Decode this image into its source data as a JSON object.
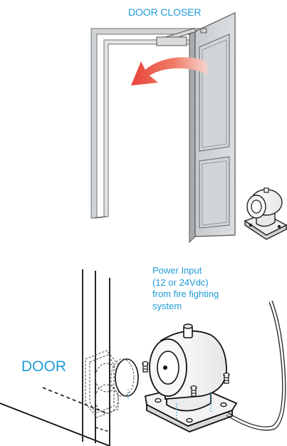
{
  "labels": {
    "door_closer": "DOOR CLOSER",
    "power_input": [
      "Power Input",
      "(12 or 24Vdc)",
      "from fire fighting",
      "system"
    ],
    "door": "DOOR"
  },
  "colors": {
    "label_blue": "#1e9bd7",
    "arrow_red": "#e8453c",
    "frame_gray": "#b9bcbf",
    "outline": "#222222"
  }
}
